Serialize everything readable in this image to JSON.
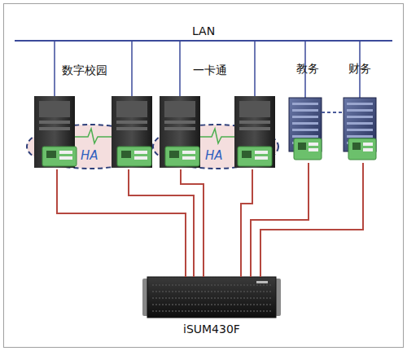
{
  "diagram": {
    "nodes": [
      {
        "text": [
          "HA"
        ]
      },
      {
        "text": [
          "HA"
        ]
      },
      {
        "text": [
          "教务"
        ]
      },
      {
        "text": [
          "财务"
        ]
      },
      {
        "text": [
          "iSUM430F"
        ]
      }
    ],
    "edges": [
      {
        "from": 0,
        "to": 4,
        "arrow": "none"
      },
      {
        "from": 0,
        "to": 4,
        "arrow": "none"
      },
      {
        "from": 1,
        "to": 4,
        "arrow": "none"
      },
      {
        "from": 1,
        "to": 4,
        "arrow": "none"
      },
      {
        "from": 2,
        "to": 4,
        "arrow": "none"
      },
      {
        "from": 3,
        "to": 4,
        "arrow": "none"
      },
      {
        "from": 2,
        "to": 3,
        "arrow": "none"
      }
    ],
    "labels": [
      "LAN",
      "数字校园",
      "一卡通"
    ]
  }
}
